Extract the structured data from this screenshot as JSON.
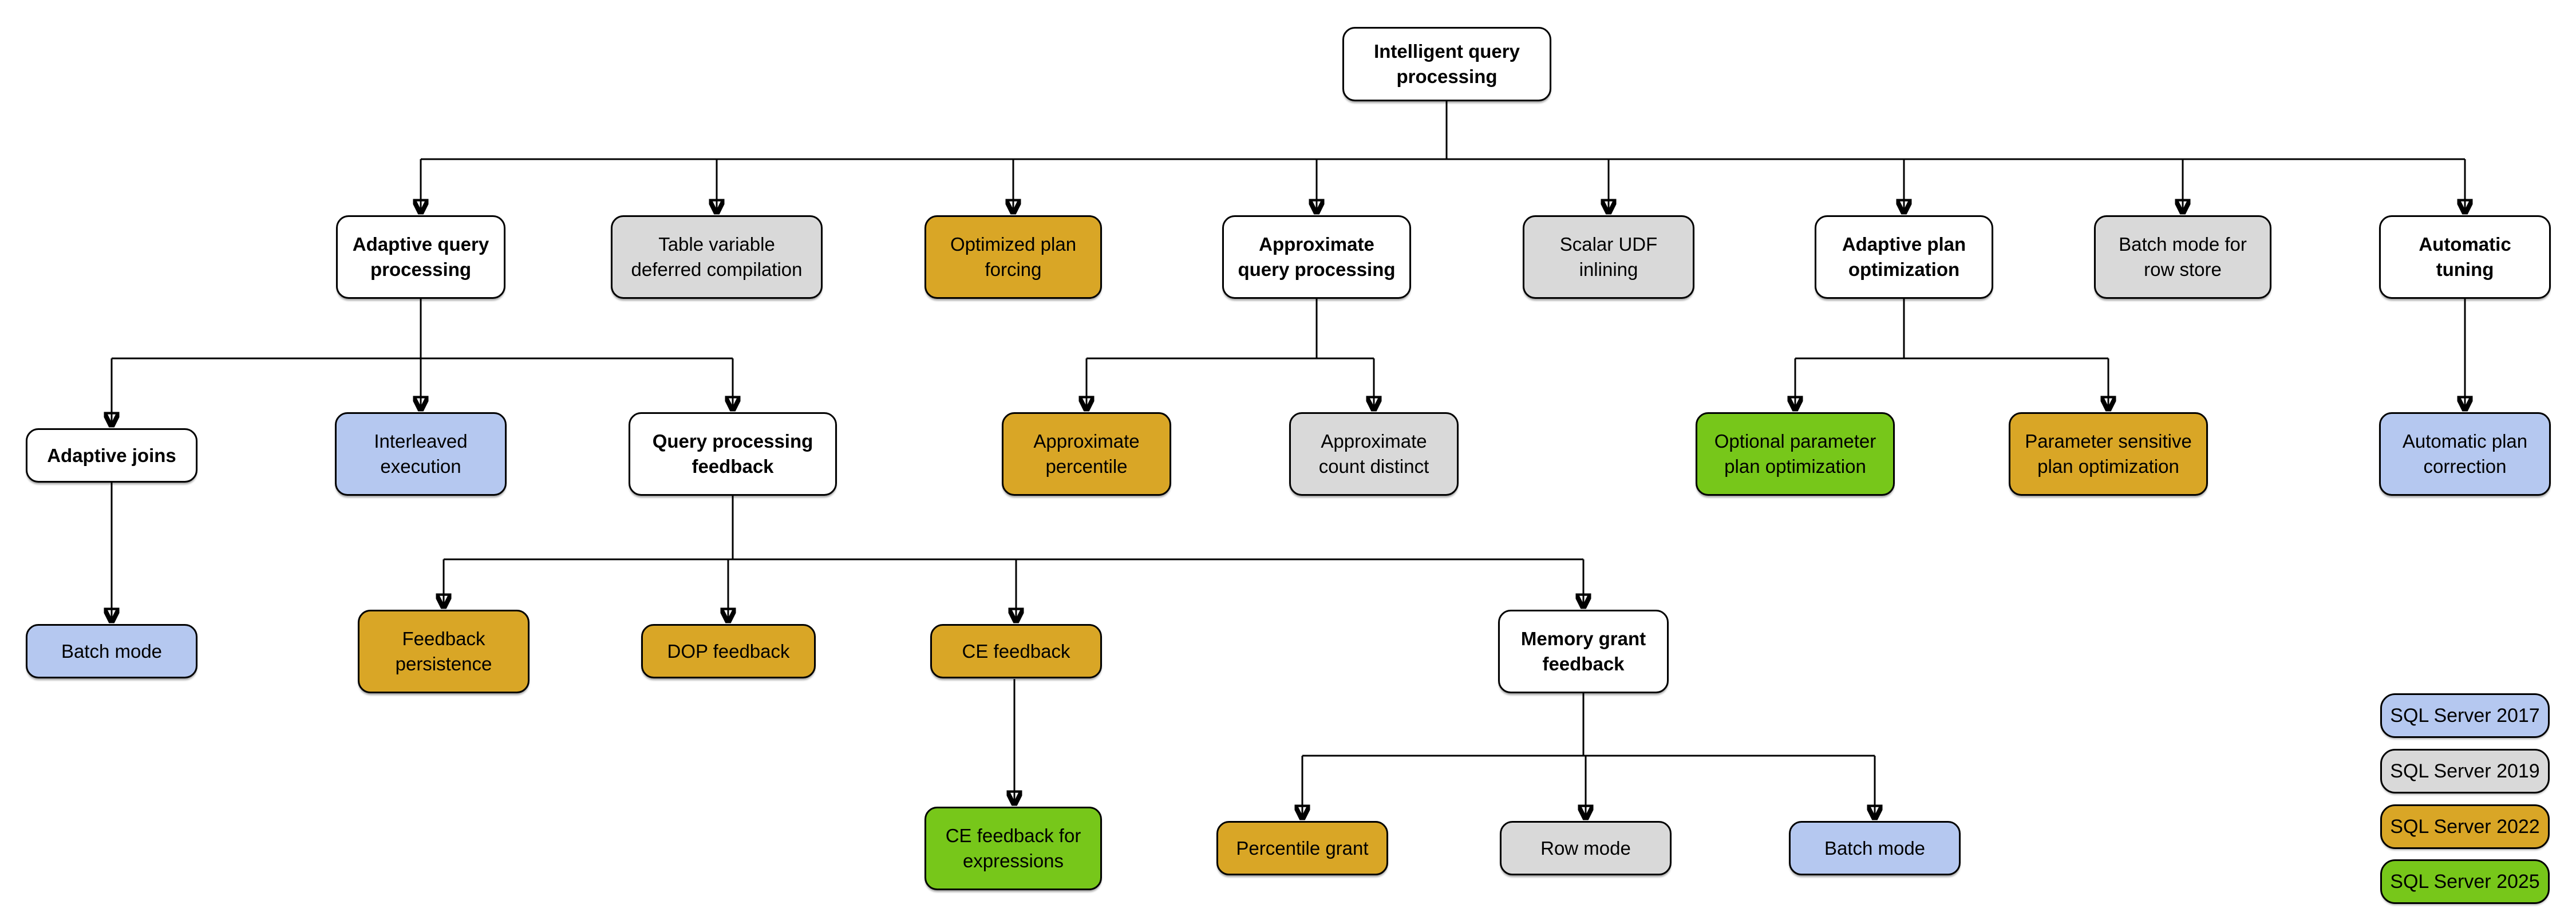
{
  "colors": {
    "category": "#FFFFFF",
    "v2017": "#B5C8F0",
    "v2019": "#D9D9D9",
    "v2022": "#D9A626",
    "v2025": "#77C71A",
    "line": "#000000"
  },
  "nodes": {
    "root": {
      "label": "Intelligent query\nprocessing"
    },
    "adaptive_query_processing": {
      "label": "Adaptive query\nprocessing"
    },
    "table_variable_deferred_compilation": {
      "label": "Table variable\ndeferred compilation",
      "version": "SQL Server 2019"
    },
    "optimized_plan_forcing": {
      "label": "Optimized plan\nforcing",
      "version": "SQL Server 2022"
    },
    "approximate_query_processing": {
      "label": "Approximate\nquery processing"
    },
    "scalar_udf_inlining": {
      "label": "Scalar UDF\ninlining",
      "version": "SQL Server 2019"
    },
    "adaptive_plan_optimization": {
      "label": "Adaptive plan\noptimization"
    },
    "batch_mode_row_store": {
      "label": "Batch mode for\nrow store",
      "version": "SQL Server 2019"
    },
    "automatic_tuning": {
      "label": "Automatic\ntuning"
    },
    "adaptive_joins": {
      "label": "Adaptive joins"
    },
    "interleaved_execution": {
      "label": "Interleaved\nexecution",
      "version": "SQL Server 2017"
    },
    "query_processing_feedback": {
      "label": "Query processing\nfeedback"
    },
    "approximate_percentile": {
      "label": "Approximate\npercentile",
      "version": "SQL Server 2022"
    },
    "approximate_count_distinct": {
      "label": "Approximate\ncount distinct",
      "version": "SQL Server 2019"
    },
    "optional_parameter_plan_optimization": {
      "label": "Optional parameter\nplan optimization",
      "version": "SQL Server 2025"
    },
    "parameter_sensitive_plan_optimization": {
      "label": "Parameter sensitive\nplan optimization",
      "version": "SQL Server 2022"
    },
    "automatic_plan_correction": {
      "label": "Automatic plan\ncorrection",
      "version": "SQL Server 2017"
    },
    "batch_mode_adaptive_joins": {
      "label": "Batch mode",
      "version": "SQL Server 2017"
    },
    "feedback_persistence": {
      "label": "Feedback\npersistence",
      "version": "SQL Server 2022"
    },
    "dop_feedback": {
      "label": "DOP feedback",
      "version": "SQL Server 2022"
    },
    "ce_feedback": {
      "label": "CE feedback",
      "version": "SQL Server 2022"
    },
    "memory_grant_feedback": {
      "label": "Memory grant\nfeedback"
    },
    "ce_feedback_for_expressions": {
      "label": "CE feedback for\nexpressions",
      "version": "SQL Server 2025"
    },
    "percentile_grant": {
      "label": "Percentile grant",
      "version": "SQL Server 2022"
    },
    "row_mode": {
      "label": "Row mode",
      "version": "SQL Server 2019"
    },
    "batch_mode_memory_grant": {
      "label": "Batch mode",
      "version": "SQL Server 2017"
    }
  },
  "legend": {
    "items": [
      {
        "label": "SQL Server 2017",
        "color_key": "v2017"
      },
      {
        "label": "SQL Server 2019",
        "color_key": "v2019"
      },
      {
        "label": "SQL Server 2022",
        "color_key": "v2022"
      },
      {
        "label": "SQL Server 2025",
        "color_key": "v2025"
      }
    ]
  }
}
